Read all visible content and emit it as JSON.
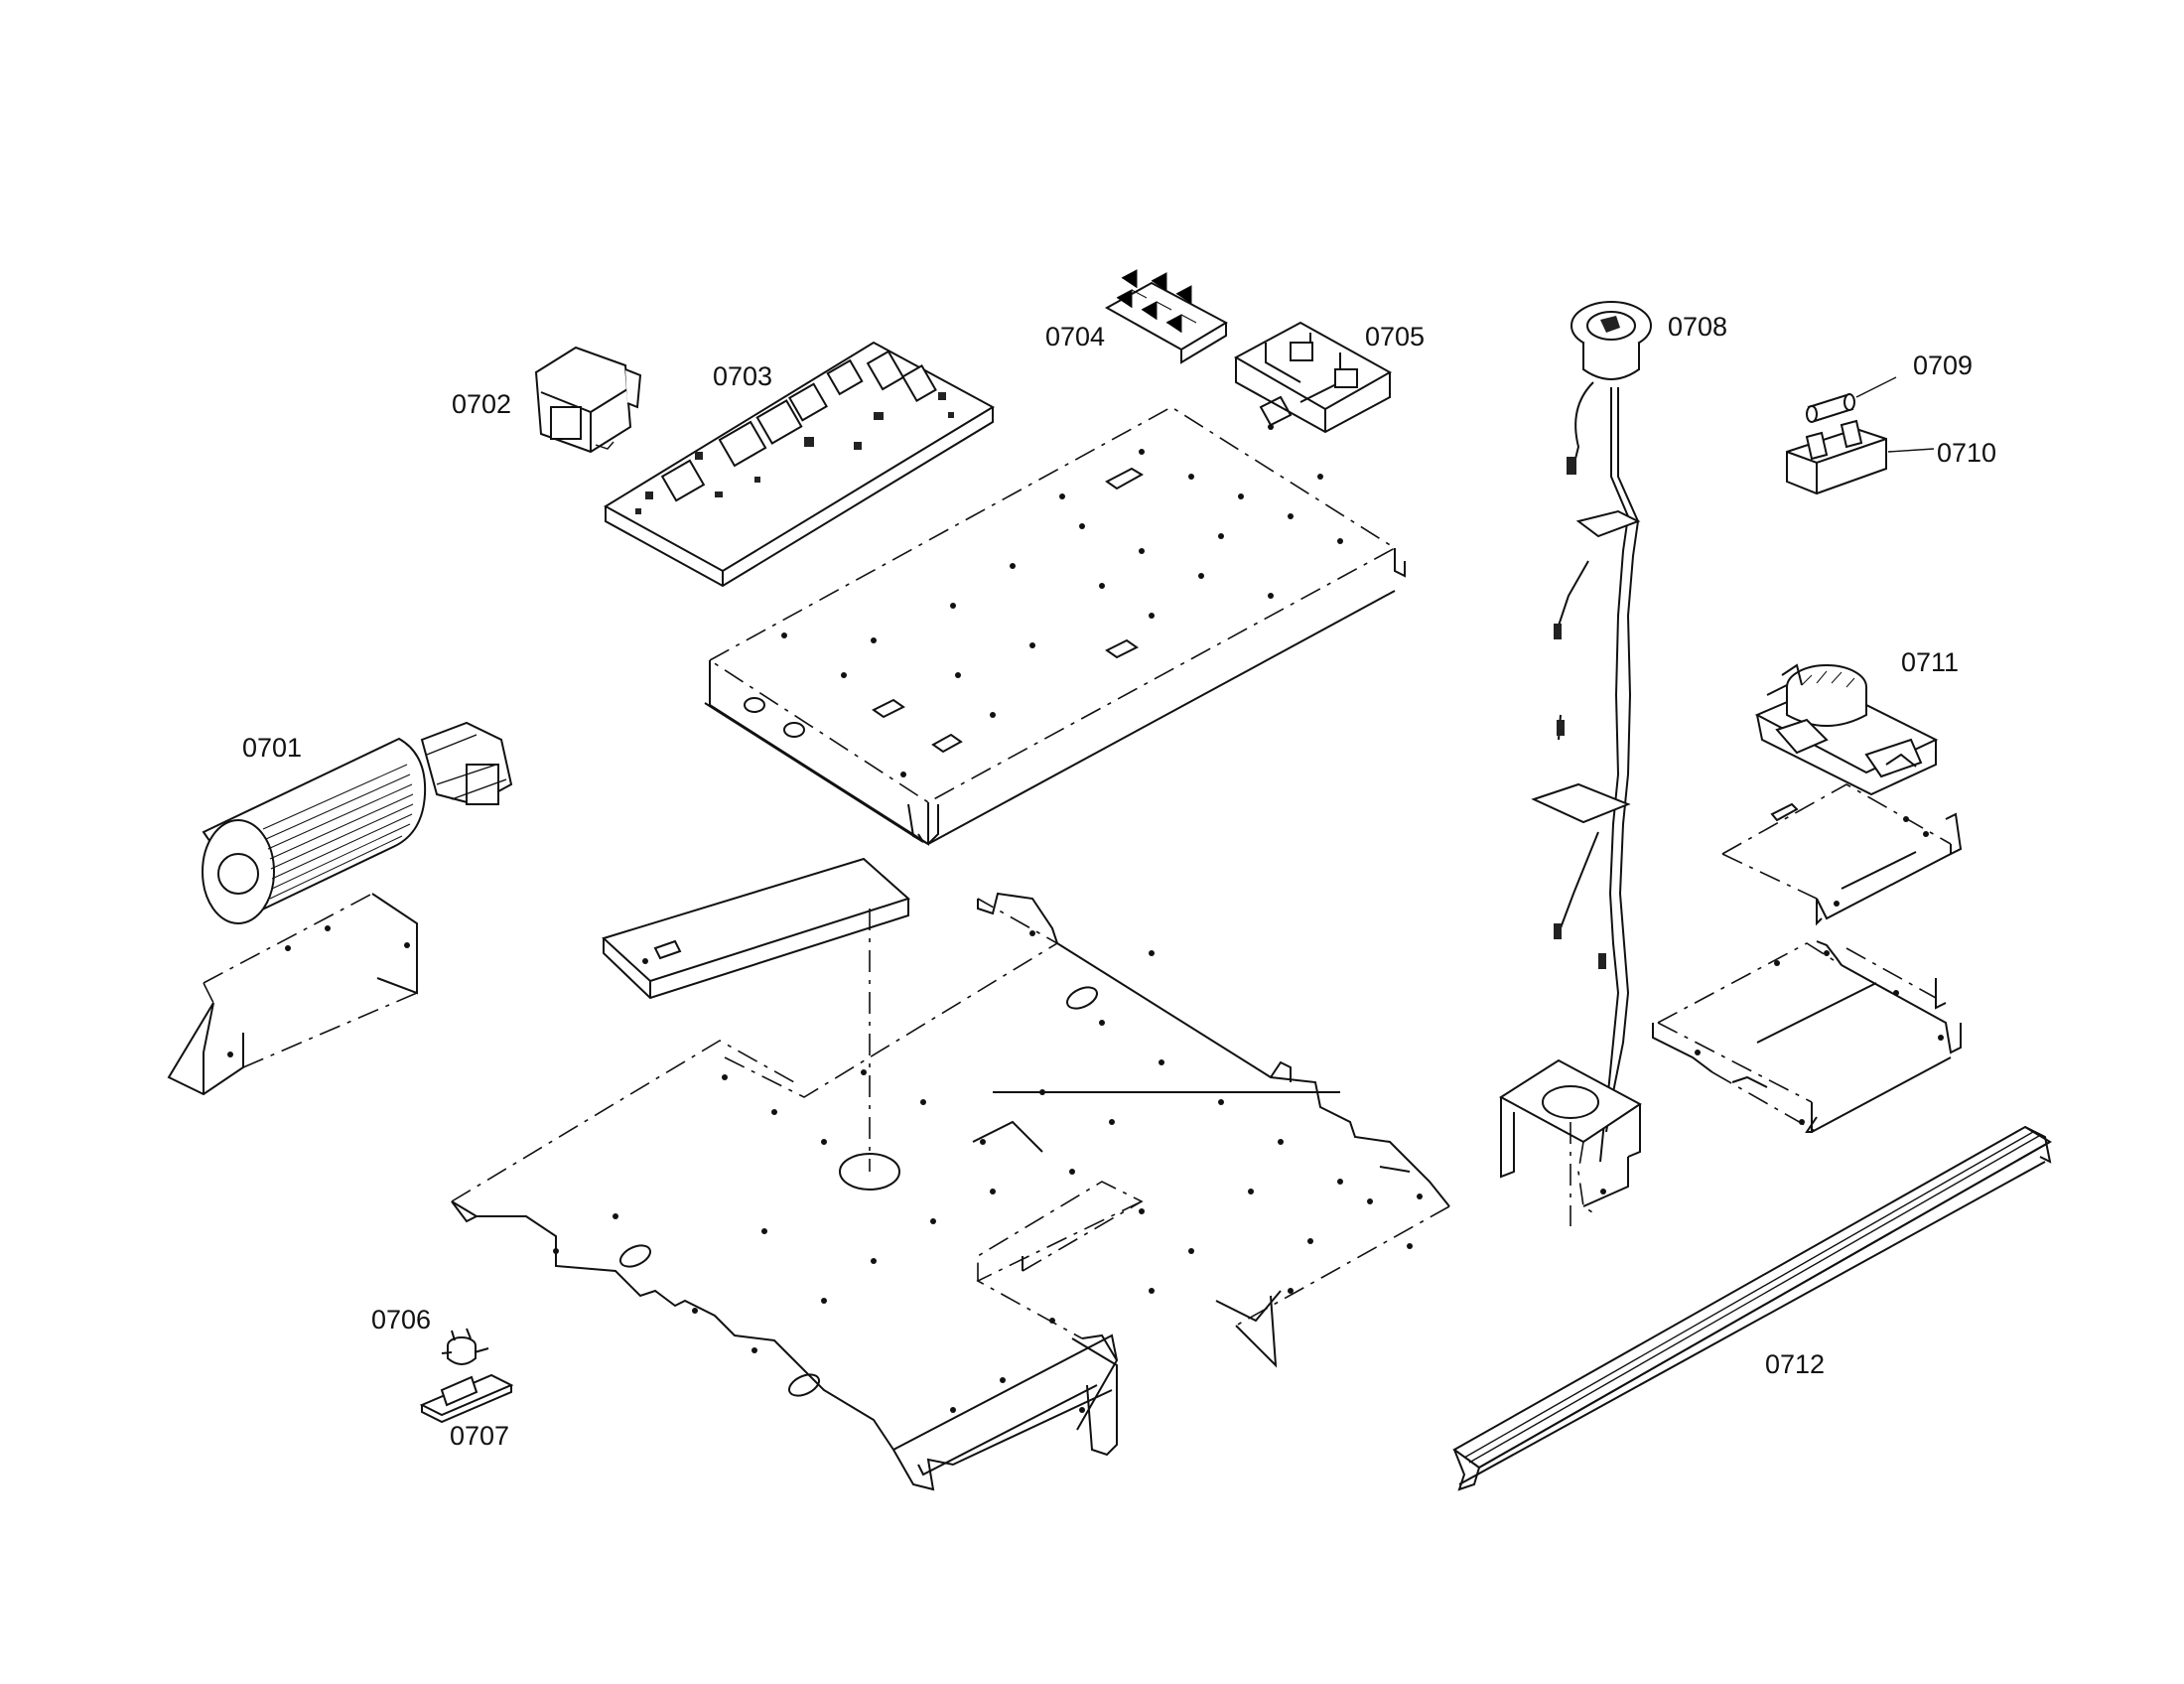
{
  "diagram": {
    "part_labels": {
      "p0701": "0701",
      "p0702": "0702",
      "p0703": "0703",
      "p0704": "0704",
      "p0705": "0705",
      "p0706": "0706",
      "p0707": "0707",
      "p0708": "0708",
      "p0709": "0709",
      "p0710": "0710",
      "p0711": "0711",
      "p0712": "0712"
    }
  }
}
